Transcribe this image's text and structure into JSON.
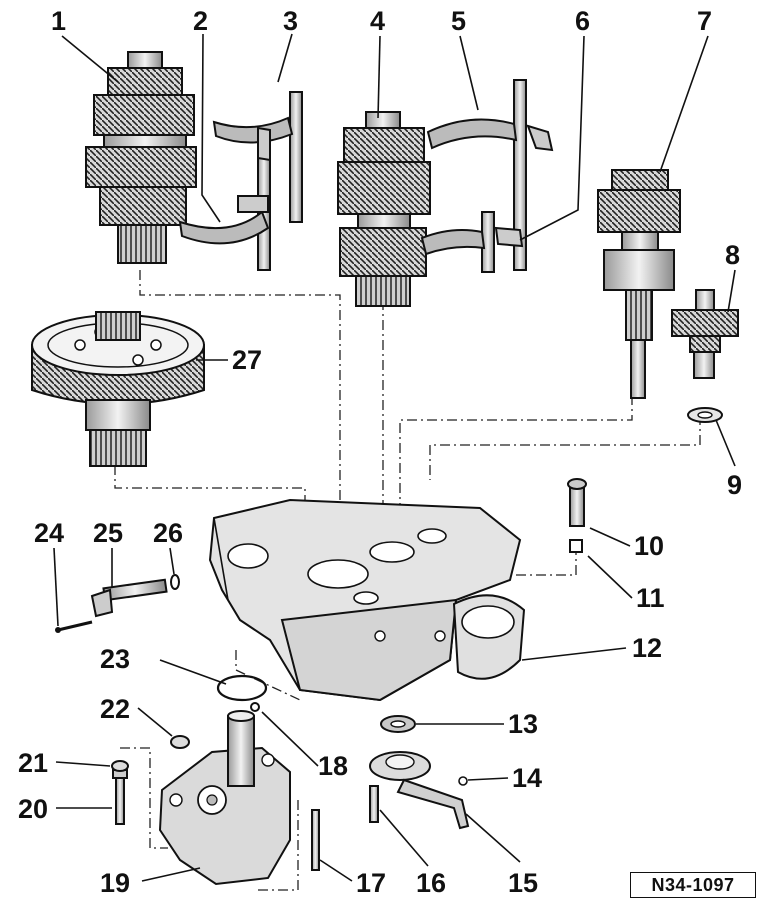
{
  "diagram": {
    "callouts": [
      "1",
      "2",
      "3",
      "4",
      "5",
      "6",
      "7",
      "8",
      "9",
      "10",
      "11",
      "12",
      "13",
      "14",
      "15",
      "16",
      "17",
      "18",
      "19",
      "20",
      "21",
      "22",
      "23",
      "24",
      "25",
      "26",
      "27"
    ],
    "reference_code": "N34-1097"
  }
}
